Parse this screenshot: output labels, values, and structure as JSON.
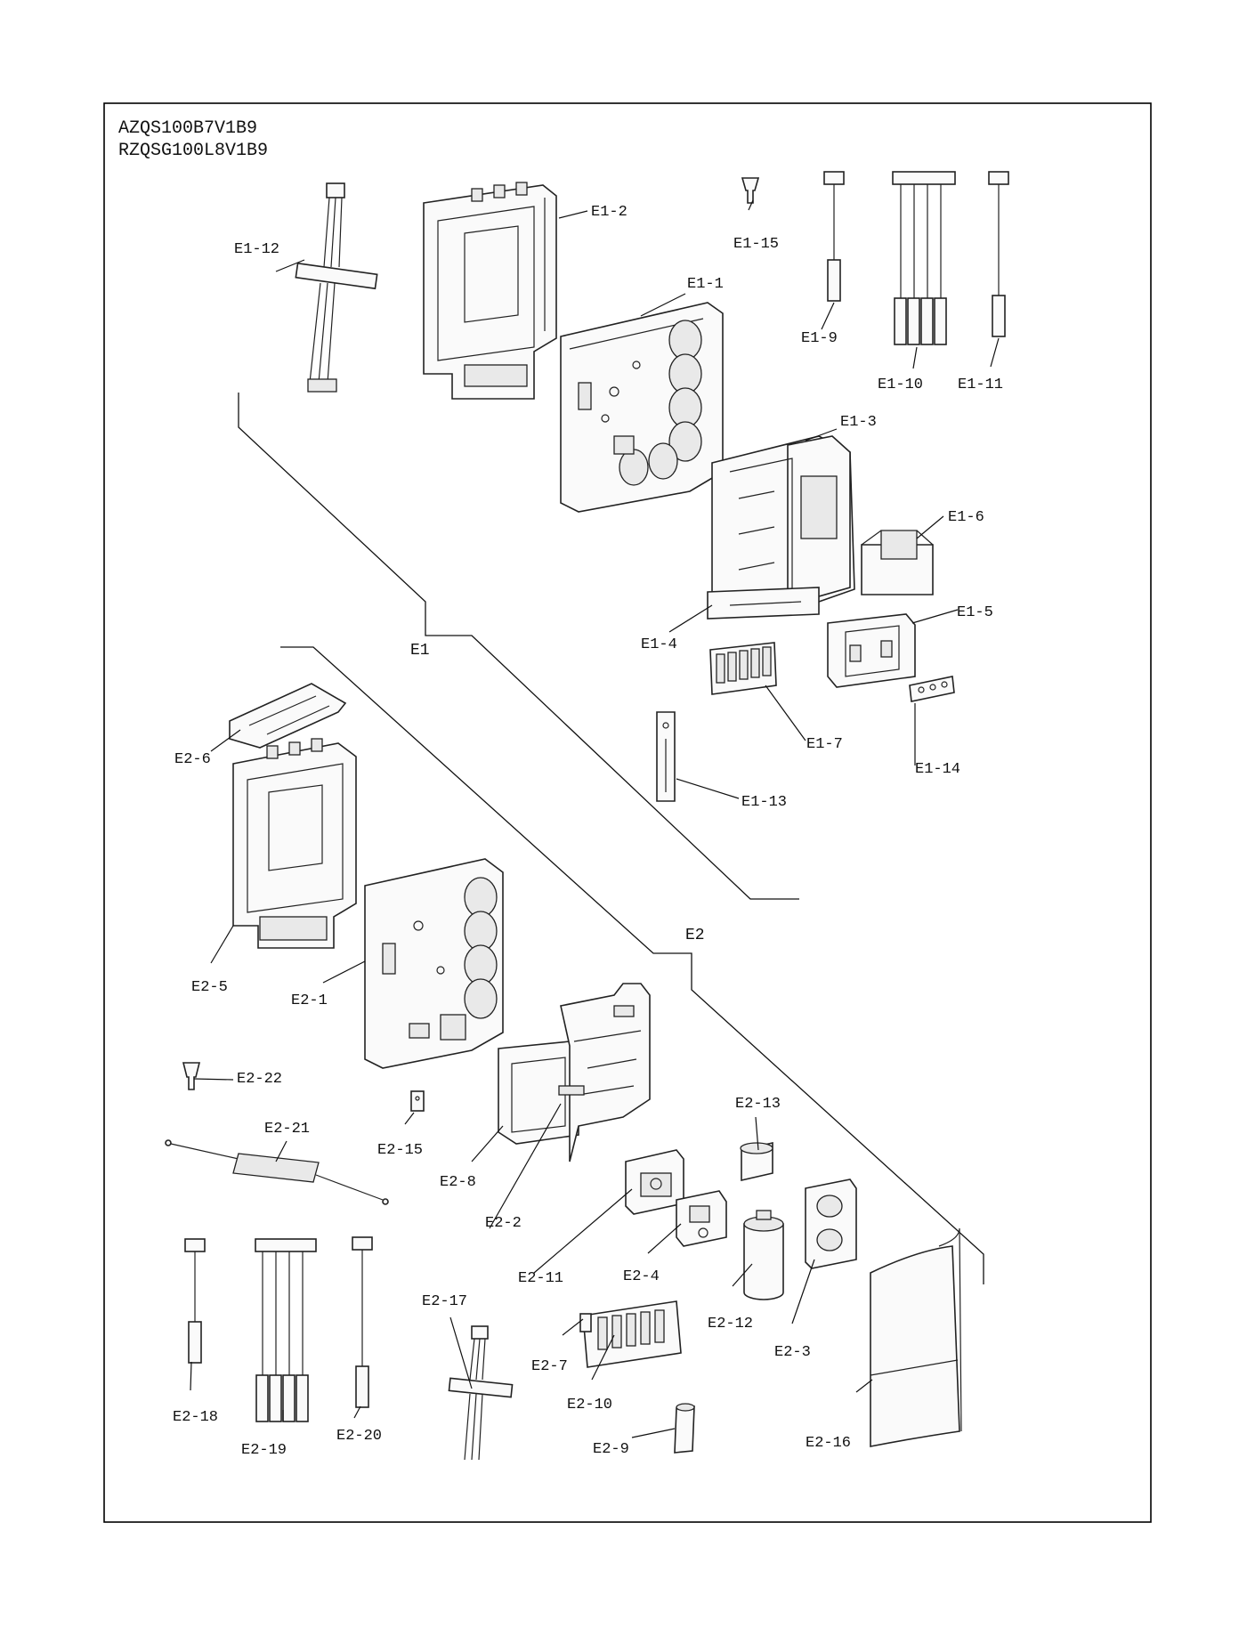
{
  "header": {
    "model_line_1": "AZQS100B7V1B9",
    "model_line_2": "RZQSG100L8V1B9"
  },
  "groups": {
    "e1": "E1",
    "e2": "E2"
  },
  "labels": {
    "E1-1": "E1-1",
    "E1-2": "E1-2",
    "E1-3": "E1-3",
    "E1-4": "E1-4",
    "E1-5": "E1-5",
    "E1-6": "E1-6",
    "E1-7": "E1-7",
    "E1-9": "E1-9",
    "E1-10": "E1-10",
    "E1-11": "E1-11",
    "E1-12": "E1-12",
    "E1-13": "E1-13",
    "E1-14": "E1-14",
    "E1-15": "E1-15",
    "E2-1": "E2-1",
    "E2-2": "E2-2",
    "E2-3": "E2-3",
    "E2-4": "E2-4",
    "E2-5": "E2-5",
    "E2-6": "E2-6",
    "E2-7": "E2-7",
    "E2-8": "E2-8",
    "E2-9": "E2-9",
    "E2-10": "E2-10",
    "E2-11": "E2-11",
    "E2-12": "E2-12",
    "E2-13": "E2-13",
    "E2-15": "E2-15",
    "E2-16": "E2-16",
    "E2-17": "E2-17",
    "E2-18": "E2-18",
    "E2-19": "E2-19",
    "E2-20": "E2-20",
    "E2-21": "E2-21",
    "E2-22": "E2-22"
  }
}
